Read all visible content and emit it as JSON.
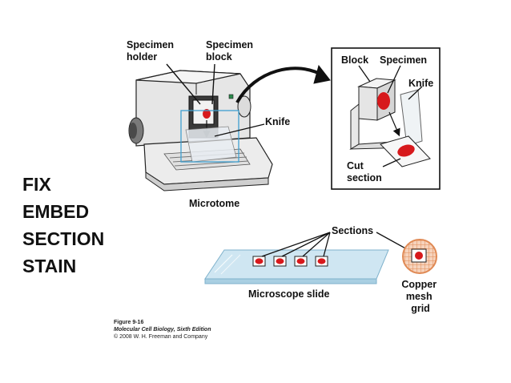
{
  "steps": [
    "FIX",
    "EMBED",
    "SECTION",
    "STAIN"
  ],
  "labels": {
    "specimen_holder": [
      "Specimen",
      "holder"
    ],
    "specimen_block": [
      "Specimen",
      "block"
    ],
    "knife": "Knife",
    "microtome": "Microtome",
    "inset_block": "Block",
    "inset_specimen": "Specimen",
    "inset_knife": "Knife",
    "cut_section": [
      "Cut",
      "section"
    ],
    "sections": "Sections",
    "microscope_slide": "Microscope slide",
    "copper_mesh_grid": [
      "Copper",
      "mesh",
      "grid"
    ]
  },
  "credit": {
    "figure": "Figure 9-16",
    "book": "Molecular Cell Biology, Sixth Edition",
    "copyright": "© 2008 W. H. Freeman and Company"
  },
  "colors": {
    "specimen_red": "#d7191c",
    "box_blue": "#3fa0d0",
    "slide_blue": "#cfe6f2",
    "grid_orange": "#e8a070"
  }
}
